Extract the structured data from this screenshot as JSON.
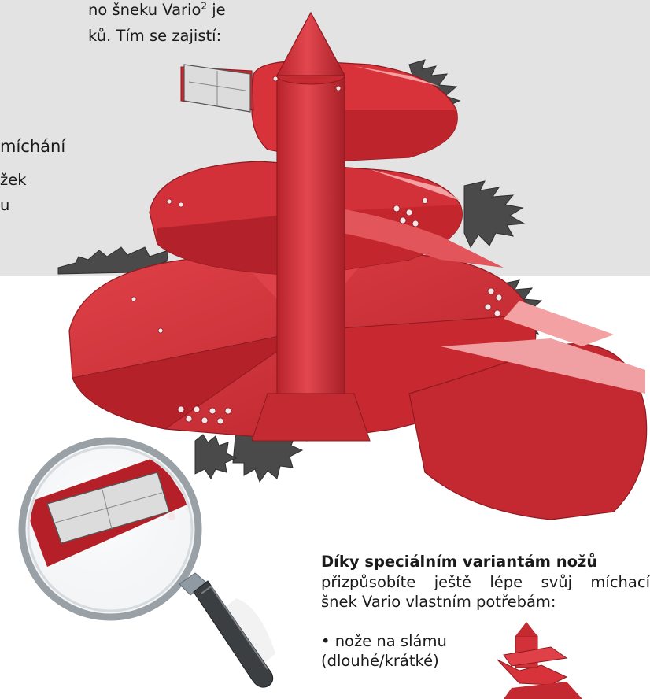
{
  "intro": {
    "line1_text": "no šneku Vario",
    "line1_sup": "2",
    "line1_end": " je",
    "line2": "ků. Tím se zajistí:",
    "bullet_fragment1": "míchání",
    "bullet_fragment2": "žek",
    "bullet_fragment3": "u"
  },
  "tip": {
    "heading": "Díky speciálním variantám nožů",
    "line1": "přizpůsobíte ještě lépe svůj míchací",
    "line2": "šnek Vario vlastním potřebám:",
    "bullet_line1": "• nože na slámu",
    "bullet_line2": "(dlouhé/krátké)"
  },
  "colors": {
    "panel": "#e3e3e4",
    "auger_red": "#d8323a",
    "auger_dark": "#a51f27",
    "auger_light": "#f3a1a3",
    "blade": "#4a4a4a"
  }
}
